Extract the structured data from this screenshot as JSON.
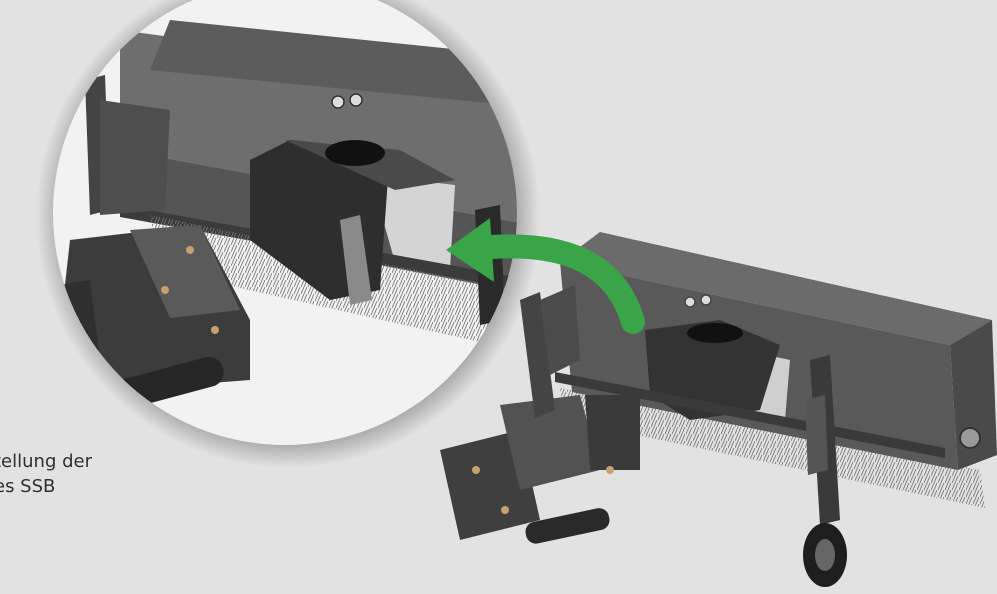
{
  "caption": {
    "line1": "tellung der",
    "line2": "es SSB"
  },
  "colors": {
    "background": "#e2e2e2",
    "machine_body": "#555555",
    "machine_dark": "#2b2b2b",
    "machine_light": "#c9c9c9",
    "arrow": "#3aa548",
    "zoom_bg": "#f2f2f2"
  },
  "figure": {
    "main": "machine-illustration",
    "callout": "zoom-circle",
    "indicator": "green-arrow-icon"
  }
}
